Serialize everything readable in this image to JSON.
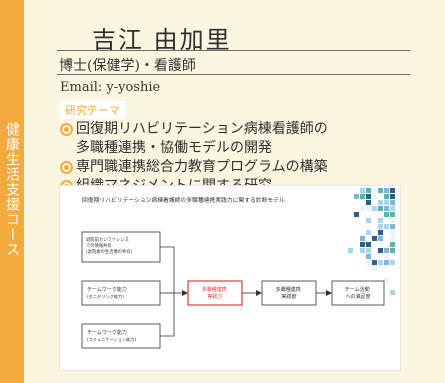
{
  "sidebar": {
    "label": "健康生活支援コース"
  },
  "profile": {
    "name": "吉江 由加里",
    "title": "博士(保健学)・看護師",
    "email": "Email: y-yoshie"
  },
  "research": {
    "label": "研究テーマ",
    "topics": [
      "回復期リハビリテーション病棟看護師の",
      "多職種連携・協働モデルの開発",
      "専門職連携総合力教育プログラムの構築",
      "組織マネジメントに関する研究"
    ]
  },
  "diagram": {
    "title": "回復期リハビリテーション病棟看護師の多職種連携実践力に関する診断モデル",
    "left_boxes": [
      "退院前カンファレンス\nでの情報共有\n(退院後の生活像の共有)",
      "チームワーク能力\n(モニタリング能力)",
      "チームワーク能力\n(コミュニケーション能力)"
    ],
    "center_box": "多職種連携\n実践力",
    "right_boxes": [
      "多職種連携\n実践度",
      "チーム活動\nへの満足度"
    ],
    "colors": {
      "accent_red": "#e53935",
      "grid_blue_dark": "#2d5f8b",
      "grid_blue_light": "#a8d5f0",
      "grid_teal": "#5fb3ad"
    }
  },
  "colors": {
    "sidebar_orange": "#f3ab3f",
    "background_cream": "#fbf6df"
  }
}
